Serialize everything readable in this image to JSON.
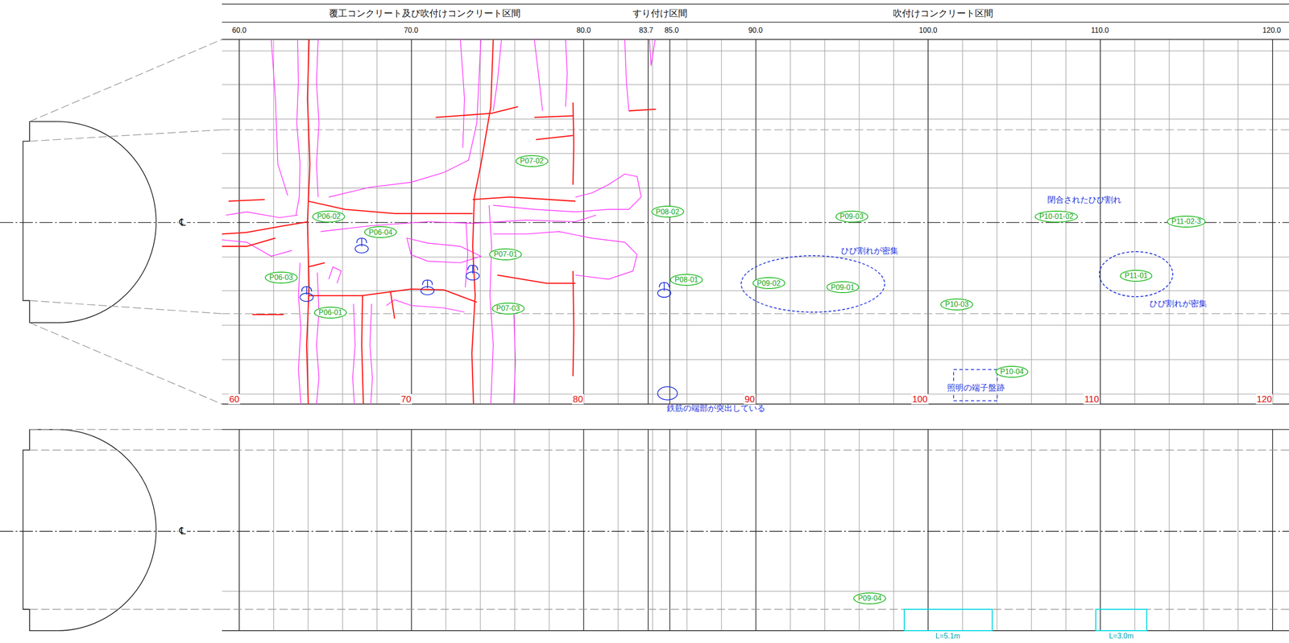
{
  "diagram": {
    "nodes": [
      {
        "text": [
          "P07-02"
        ]
      },
      {
        "text": [
          "P08-02"
        ]
      },
      {
        "text": [
          "P06-02"
        ]
      },
      {
        "text": [
          "P09-03"
        ]
      },
      {
        "text": [
          "P10-01-02"
        ]
      },
      {
        "text": [
          "P11-02-3"
        ]
      },
      {
        "text": [
          "P06-04"
        ]
      },
      {
        "text": [
          "P07-01"
        ]
      },
      {
        "text": [
          "P06-03"
        ]
      },
      {
        "text": [
          "P08-01"
        ]
      },
      {
        "text": [
          "ひび割れが密集"
        ]
      },
      {
        "text": [
          "P09-02"
        ],
        "in": 10
      },
      {
        "text": [
          "P09-01"
        ],
        "in": 10
      },
      {
        "text": [
          "ひび割れが密集"
        ]
      },
      {
        "text": [
          "P11-01"
        ],
        "in": 13
      },
      {
        "text": [
          "P07-03"
        ]
      },
      {
        "text": [
          "P06-01"
        ]
      },
      {
        "text": [
          "P10-03"
        ]
      },
      {
        "text": [
          "P10-04"
        ]
      },
      {
        "text": [
          "P09-04"
        ]
      }
    ],
    "labels": [
      "覆工コンクリート及び吹付けコンクリート区間",
      "すり付け区間",
      "吹付けコンクリート区間",
      "60.0",
      "70.0",
      "80.0",
      "83.7",
      "85.0",
      "90.0",
      "100.0",
      "110.0",
      "120.0",
      "℄",
      "閉合されたひび割れ",
      "照明の端子盤跡",
      "60",
      "70",
      "80",
      "90",
      "100",
      "110",
      "120",
      "鉄筋の端部が突出している",
      "℄",
      "L=5.1m",
      "L=3.0m"
    ]
  }
}
